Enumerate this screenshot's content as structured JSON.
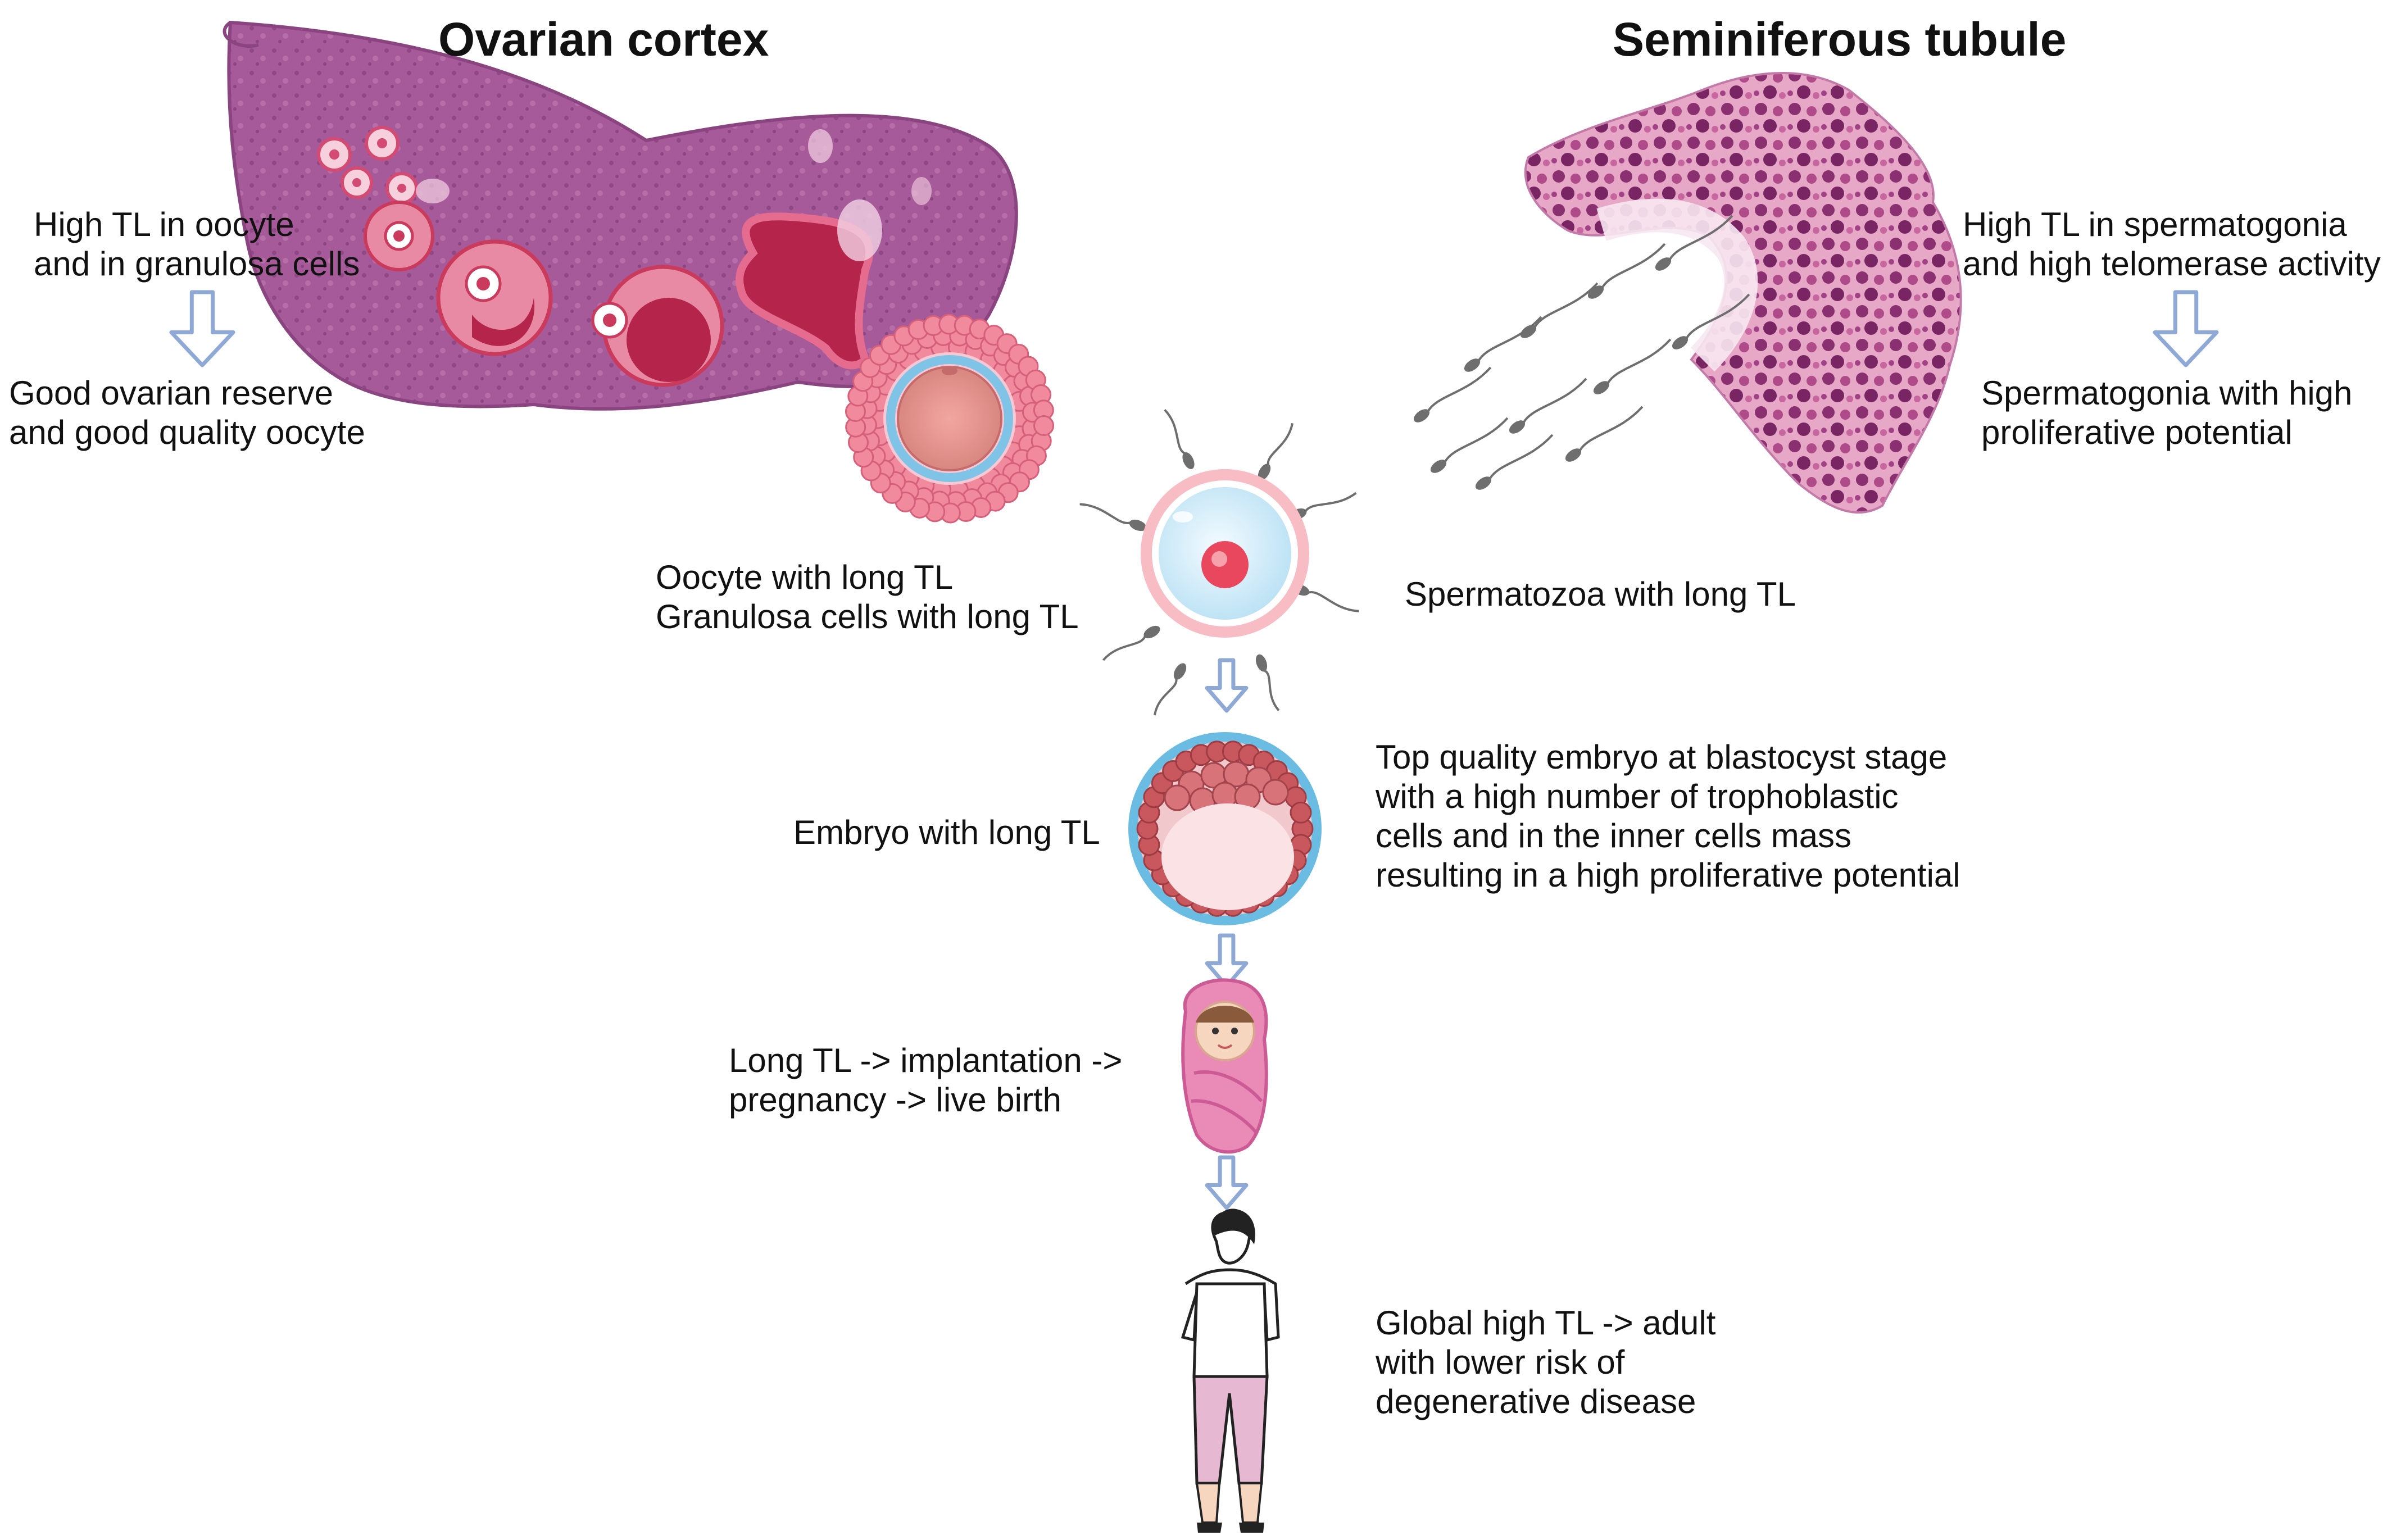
{
  "titles": {
    "ovary": "Ovarian cortex",
    "testis": "Seminiferous tubule"
  },
  "ovary": {
    "tl_lines": [
      "High TL in oocyte",
      "and in granulosa cells"
    ],
    "reserve_lines": [
      "Good ovarian reserve",
      "and good quality oocyte"
    ]
  },
  "testis": {
    "tl_lines": [
      "High TL in spermatogonia",
      "and high telomerase activity"
    ],
    "potential_lines": [
      "Spermatogonia with high",
      "proliferative potential"
    ]
  },
  "fertilization": {
    "oocyte_lines": [
      "Oocyte with long TL",
      "Granulosa cells with long TL"
    ],
    "sperm_label": "Spermatozoa with long TL"
  },
  "embryo": {
    "label": "Embryo with long TL",
    "description_lines": [
      "Top quality embryo at blastocyst stage",
      "with a high number of trophoblastic",
      "cells and in the inner cells mass",
      "resulting in a high proliferative potential"
    ]
  },
  "birth": {
    "lines": [
      "Long TL -> implantation ->",
      "pregnancy -> live birth"
    ]
  },
  "adult": {
    "lines": [
      "Global high TL -> adult",
      "with lower risk of",
      "degenerative disease"
    ]
  },
  "colors": {
    "tissue_purple": "#9c4f8f",
    "tissue_pink": "#c9719f",
    "follicle_red": "#c93a5c",
    "arrow_blue": "#8ea9d6",
    "zona_blue": "#7fc3e6",
    "cell_pink": "#f08a9c",
    "sperm_gray": "#6e6e6e",
    "pants_pink": "#e6b8d2"
  }
}
